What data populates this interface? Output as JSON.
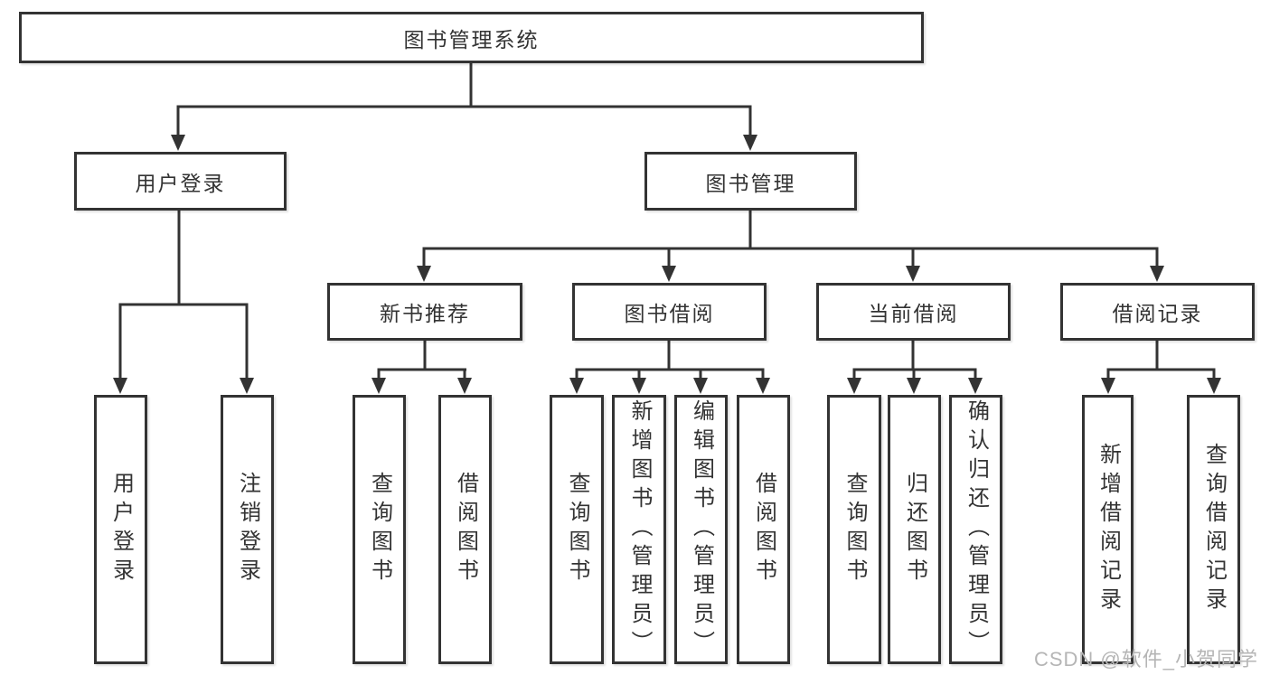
{
  "nodes": {
    "root": "图书管理系统",
    "level1": [
      "用户登录",
      "图书管理"
    ],
    "level2": [
      "新书推荐",
      "图书借阅",
      "当前借阅",
      "借阅记录"
    ],
    "leaves_login": [
      "用户登录",
      "注销登录"
    ],
    "leaves_newbook": [
      "查询图书",
      "借阅图书"
    ],
    "leaves_borrow": [
      "查询图书",
      "新增图书（管理员）",
      "编辑图书（管理员）",
      "借阅图书"
    ],
    "leaves_current": [
      "查询图书",
      "归还图书",
      "确认归还（管理员）"
    ],
    "leaves_record": [
      "新增借阅记录",
      "查询借阅记录"
    ]
  },
  "watermark": "CSDN @软件_小贺同学",
  "colors": {
    "line": "#333333",
    "text": "#333333",
    "box_fill": "#ffffff",
    "watermark": "#b5b5b5",
    "background": "#ffffff"
  }
}
